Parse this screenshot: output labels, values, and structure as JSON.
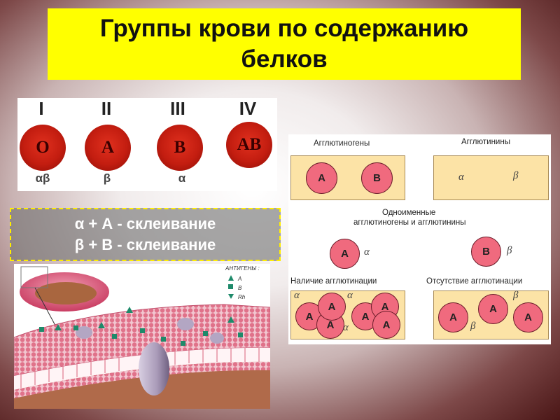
{
  "title": {
    "line1": "Группы крови по содержанию",
    "line2": "белков"
  },
  "groups": [
    {
      "roman": "I",
      "antigen": "O",
      "agglutinins": "αβ"
    },
    {
      "roman": "II",
      "antigen": "A",
      "agglutinins": "β"
    },
    {
      "roman": "III",
      "antigen": "B",
      "agglutinins": "α"
    },
    {
      "roman": "IV",
      "antigen": "AB",
      "agglutinins": ""
    }
  ],
  "rules": {
    "line1": "α + А - склеивание",
    "line2": "β + В - склеивание"
  },
  "membrane": {
    "legend_title": "АНТИГЕНЫ :",
    "legend_a": "A",
    "legend_b": "B",
    "legend_rh": "Rh"
  },
  "agglutination": {
    "agglutinogens": "Агглютиногены",
    "agglutinins": "Агглютинины",
    "same_line1": "Одноименные",
    "same_line2": "агглютиногены  и  агглютинины",
    "present": "Наличие  агглютинации",
    "absent": "Отсутствие  агглютинации",
    "cell_a": "A",
    "cell_b": "B",
    "alpha": "α",
    "beta": "β"
  },
  "colors": {
    "title_bg": "#ffff00",
    "cell_red": "#c31d10",
    "rbc_pink": "#f06a7e",
    "box_tan": "#fce3a6"
  }
}
